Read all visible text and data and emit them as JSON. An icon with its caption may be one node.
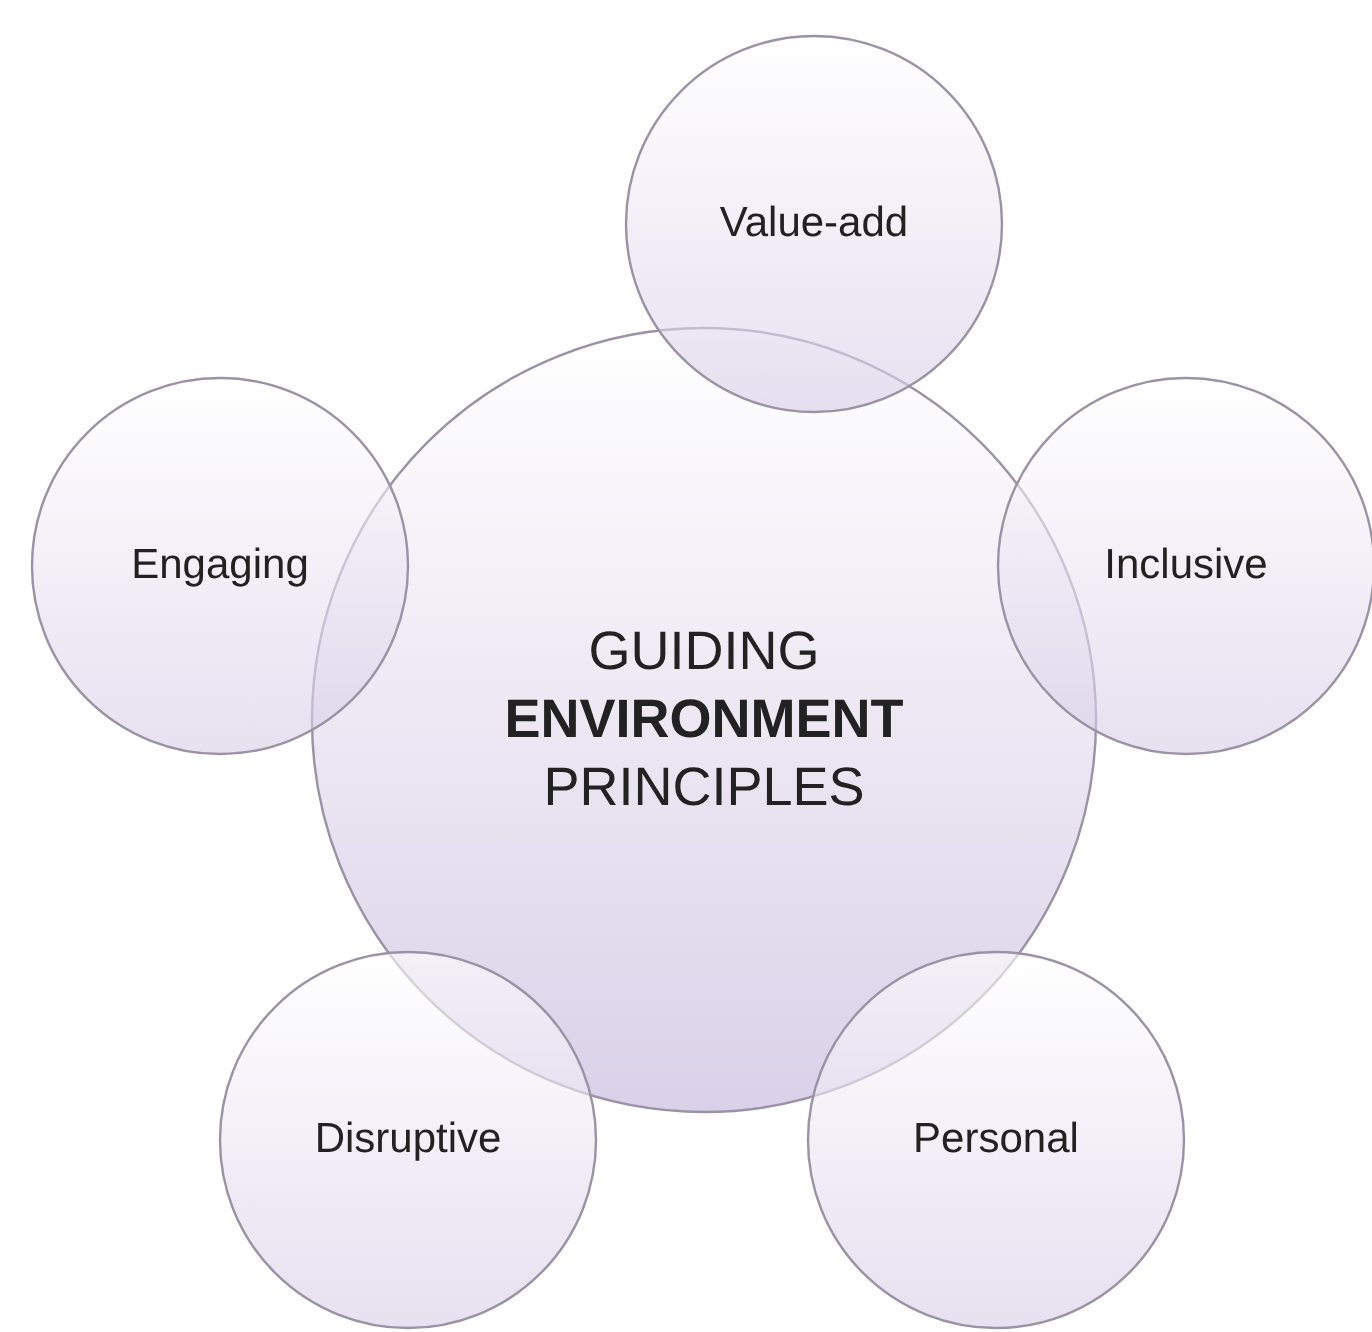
{
  "diagram": {
    "nodes": [
      {
        "text": [
          "GUIDING **ENVIRONMENT** PRINCIPLES"
        ]
      },
      {
        "text": [
          "Value-add"
        ]
      },
      {
        "text": [
          "Inclusive"
        ]
      },
      {
        "text": [
          "Personal"
        ]
      },
      {
        "text": [
          "Disruptive"
        ]
      },
      {
        "text": [
          "Engaging"
        ]
      }
    ],
    "edges": []
  }
}
